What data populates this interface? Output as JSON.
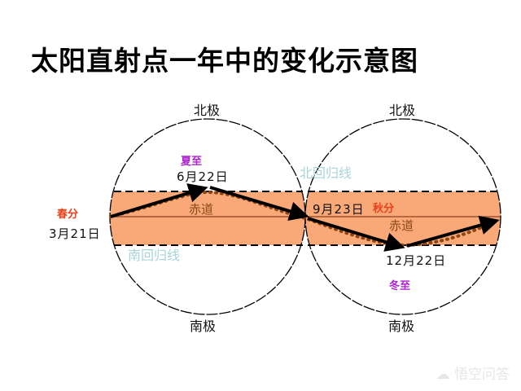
{
  "title": "太阳直射点一年中的变化示意图",
  "colors": {
    "band_fill": "#f9a878",
    "dot_path": "#8b4513",
    "arrow": "#000000",
    "spring_autumn_label": "#e8401a",
    "solstice_label": "#b020d0",
    "tropic_label": "#a8d4d8",
    "equator_label": "#8a4a1a"
  },
  "globes": [
    {
      "north_pole": "北极",
      "south_pole": "南极",
      "equator": "赤道",
      "tropic_label": "南回归线"
    },
    {
      "north_pole": "北极",
      "south_pole": "南极",
      "equator": "赤道",
      "tropic_label": "北回归线"
    }
  ],
  "points": [
    {
      "term": "春分",
      "date": "3月21日"
    },
    {
      "term": "夏至",
      "date": "6月22日"
    },
    {
      "term": "秋分",
      "date": "9月23日"
    },
    {
      "term": "冬至",
      "date": "12月22日"
    }
  ],
  "watermark": "悟空问答"
}
